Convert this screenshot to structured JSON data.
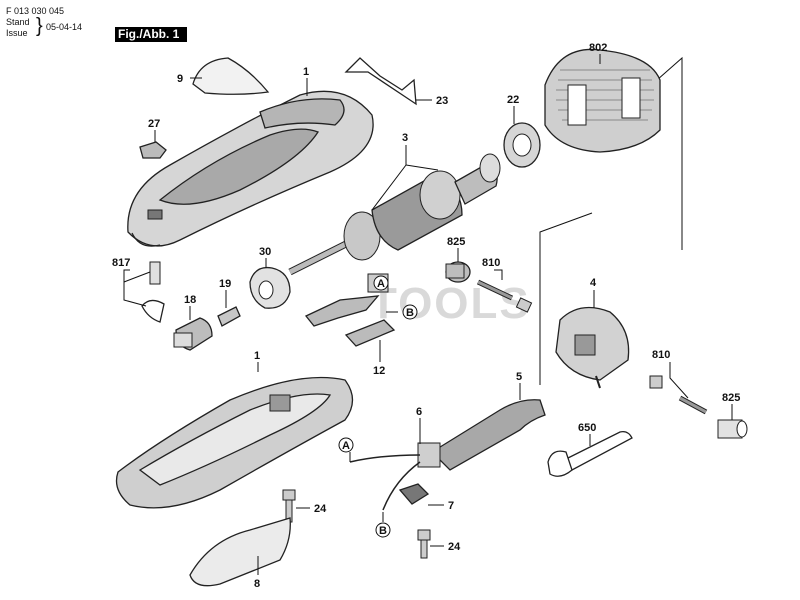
{
  "header": {
    "doc_number": "F 013 030 045",
    "stand_label": "Stand",
    "issue_label": "Issue",
    "brace": "}",
    "date": "05-04-14",
    "figure_label": "Fig./Abb. 1"
  },
  "watermark": "TOOLS",
  "parts": {
    "p1_top": "1",
    "p1_bottom": "1",
    "p3": "3",
    "p4": "4",
    "p5": "5",
    "p6": "6",
    "p7": "7",
    "p8": "8",
    "p9": "9",
    "p12": "12",
    "p18": "18",
    "p19": "19",
    "p22": "22",
    "p23": "23",
    "p24_a": "24",
    "p24_b": "24",
    "p27": "27",
    "p30": "30",
    "p650": "650",
    "p802": "802",
    "p810_a": "810",
    "p810_b": "810",
    "p817": "817",
    "p825_a": "825",
    "p825_b": "825"
  },
  "callouts": {
    "a_upper": "A",
    "b_upper": "B",
    "a_lower": "A",
    "b_lower": "B"
  },
  "colors": {
    "housing_fill": "#cfcfcf",
    "housing_dark": "#8a8a8a",
    "metal_fill": "#bdbdbd",
    "outline": "#222222"
  }
}
